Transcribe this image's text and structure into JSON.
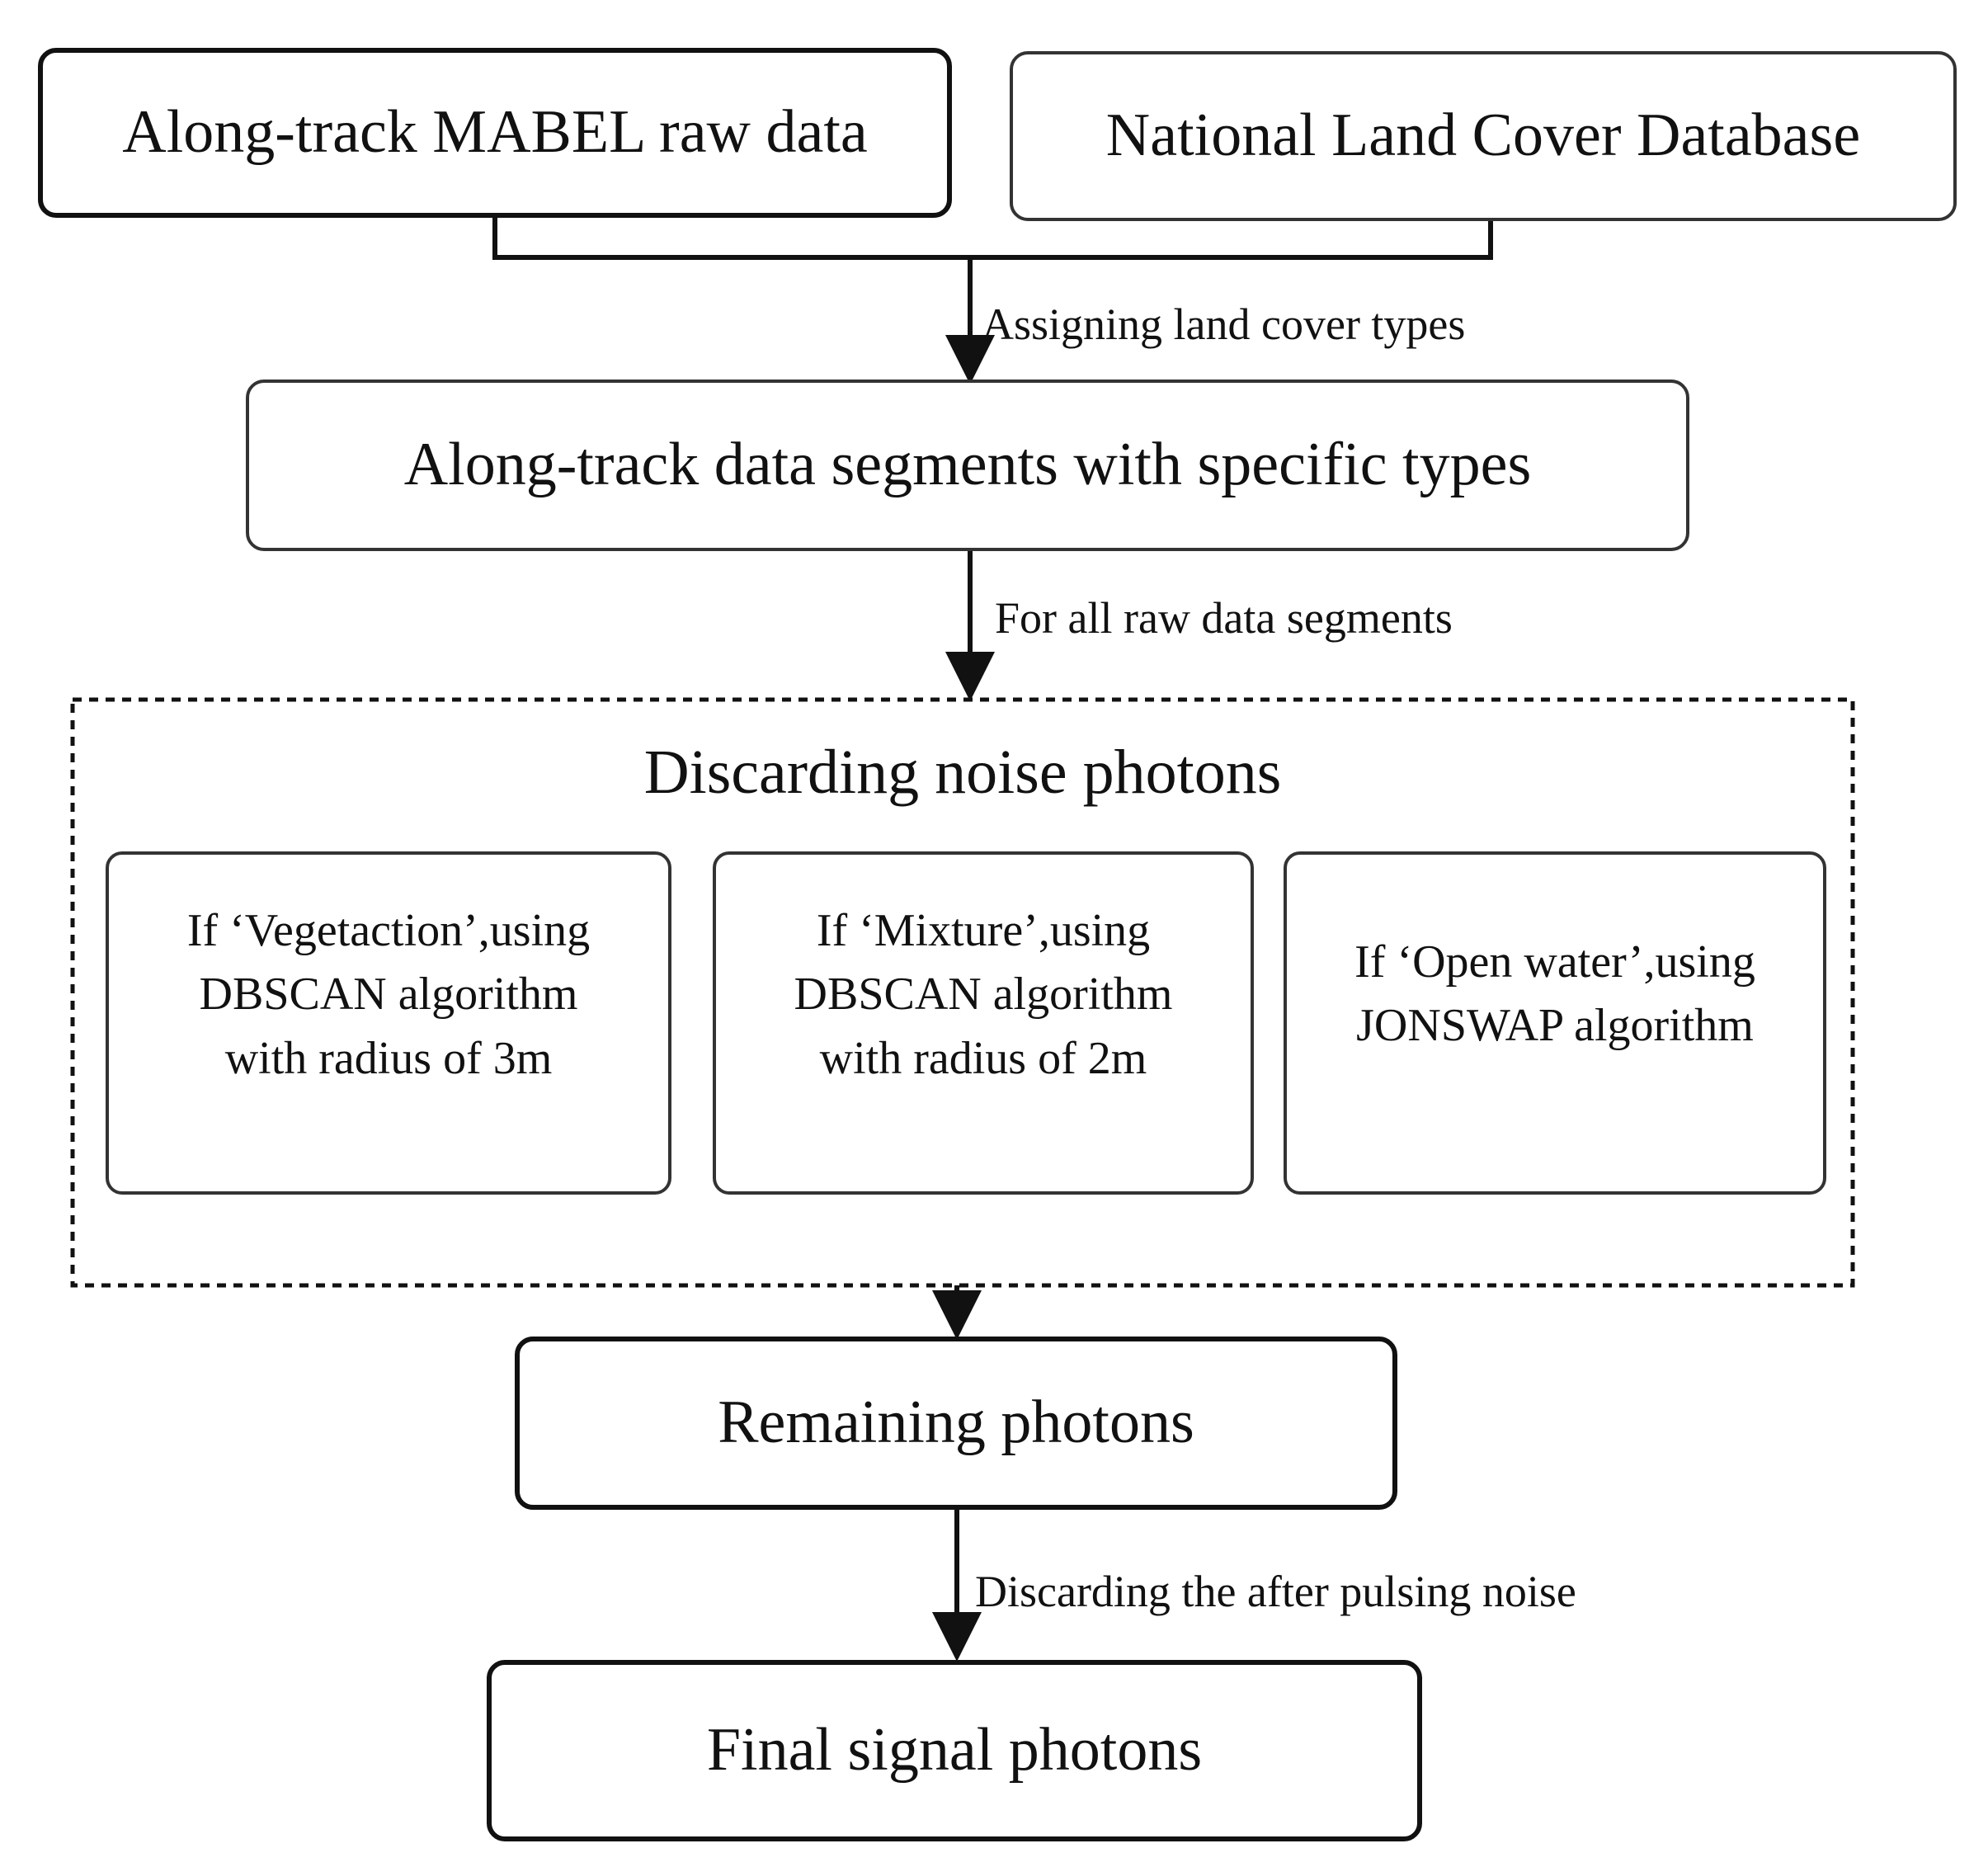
{
  "nodes": {
    "mabel": "Along-track MABEL raw data",
    "nlcd": "National Land Cover Database",
    "segments": "Along-track data segments with specific types",
    "remaining": "Remaining photons",
    "final": "Final signal photons"
  },
  "group": {
    "title": "Discarding noise photons",
    "options": [
      {
        "line1": "If ‘Vegetaction’,using",
        "line2": "DBSCAN algorithm",
        "line3": "with radius of 3m"
      },
      {
        "line1": "If ‘Mixture’,using",
        "line2": "DBSCAN algorithm",
        "line3": "with radius of 2m"
      },
      {
        "line1": "If ‘Open water’,using",
        "line2": "JONSWAP algorithm"
      }
    ]
  },
  "edges": {
    "assign": "Assigning land cover types",
    "for_all": "For all raw data segments",
    "afterpulse": "Discarding the after pulsing noise"
  }
}
